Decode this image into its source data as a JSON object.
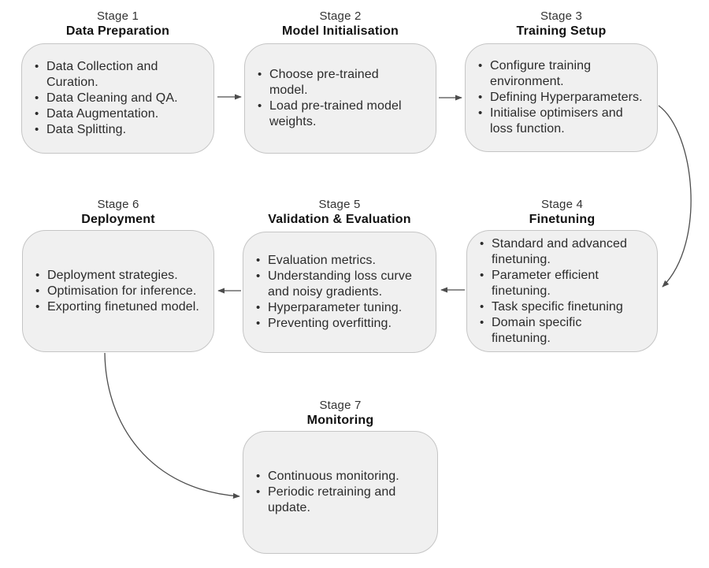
{
  "diagram_type": "flowchart",
  "bullet_glyph": "•",
  "colors": {
    "background": "#ffffff",
    "box_fill": "#f0f0f0",
    "box_border": "#c5c5c5",
    "text": "#2b2b2b",
    "title_bold": "#111111",
    "arrow": "#4d4d4d"
  },
  "stages": [
    {
      "stage_label": "Stage 1",
      "title": "Data Preparation",
      "items": [
        "Data Collection and\nCuration.",
        "Data Cleaning and QA.",
        "Data Augmentation.",
        "Data Splitting."
      ]
    },
    {
      "stage_label": "Stage 2",
      "title": "Model Initialisation",
      "items": [
        "Choose pre-trained\nmodel.",
        "Load pre-trained model\nweights."
      ]
    },
    {
      "stage_label": "Stage 3",
      "title": "Training Setup",
      "items": [
        "Configure training\nenvironment.",
        "Defining Hyperparameters.",
        "Initialise optimisers and\nloss function."
      ]
    },
    {
      "stage_label": "Stage 4",
      "title": "Finetuning",
      "items": [
        "Standard and advanced\nfinetuning.",
        "Parameter efficient\nfinetuning.",
        "Task specific finetuning",
        "Domain specific\nfinetuning."
      ]
    },
    {
      "stage_label": "Stage 5",
      "title": "Validation & Evaluation",
      "items": [
        "Evaluation metrics.",
        "Understanding loss curve\nand noisy gradients.",
        "Hyperparameter tuning.",
        "Preventing overfitting."
      ]
    },
    {
      "stage_label": "Stage 6",
      "title": "Deployment",
      "items": [
        "Deployment strategies.",
        "Optimisation for inference.",
        "Exporting finetuned model."
      ]
    },
    {
      "stage_label": "Stage 7",
      "title": "Monitoring",
      "items": [
        "Continuous monitoring.",
        "Periodic retraining and\nupdate."
      ]
    }
  ],
  "connections": [
    {
      "from": "Stage 1",
      "to": "Stage 2",
      "style": "straight-right"
    },
    {
      "from": "Stage 2",
      "to": "Stage 3",
      "style": "straight-right"
    },
    {
      "from": "Stage 3",
      "to": "Stage 4",
      "style": "curved-down-right"
    },
    {
      "from": "Stage 4",
      "to": "Stage 5",
      "style": "straight-left"
    },
    {
      "from": "Stage 5",
      "to": "Stage 6",
      "style": "straight-left"
    },
    {
      "from": "Stage 6",
      "to": "Stage 7",
      "style": "curved-down-right"
    }
  ]
}
